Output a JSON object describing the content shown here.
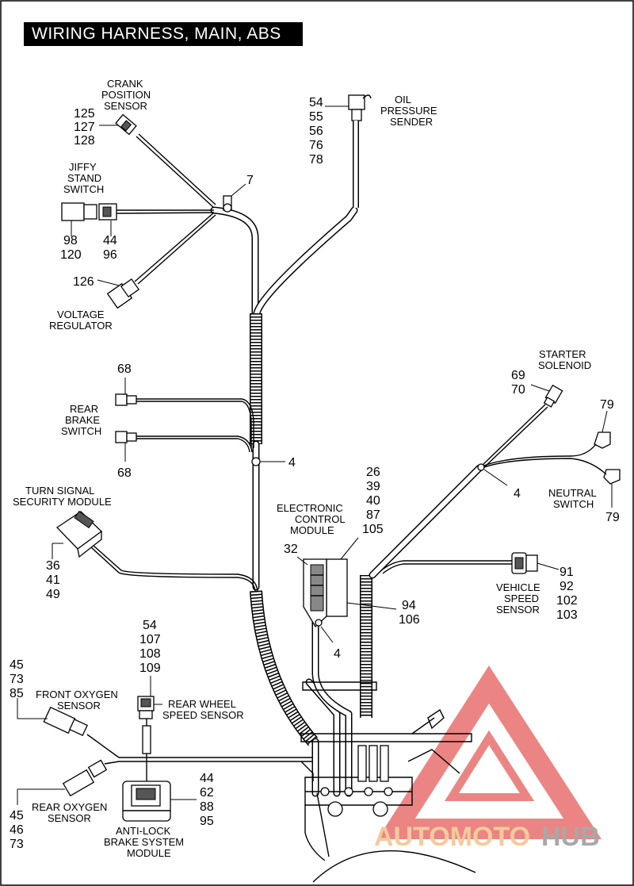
{
  "title": "WIRING HARNESS, MAIN, ABS",
  "labels": {
    "crank": [
      "CRANK",
      "POSITION",
      "SENSOR"
    ],
    "crank_nums": [
      "125",
      "127",
      "128"
    ],
    "jiffy": [
      "JIFFY",
      "STAND",
      "SWITCH"
    ],
    "jiffy_nums_left": [
      "98",
      "120"
    ],
    "jiffy_nums_right": [
      "44",
      "96"
    ],
    "clip_7": "7",
    "vreg_num": "126",
    "vreg": [
      "VOLTAGE",
      "REGULATOR"
    ],
    "oil_nums": [
      "54",
      "55",
      "56",
      "76",
      "78"
    ],
    "oil": [
      "OIL",
      "PRESSURE",
      "SENDER"
    ],
    "rear_brake_top_num": "68",
    "rear_brake": [
      "REAR",
      "BRAKE",
      "SWITCH"
    ],
    "rear_brake_bottom_num": "68",
    "clip_4a": "4",
    "starter": [
      "STARTER",
      "SOLENOID"
    ],
    "starter_nums": [
      "69",
      "70"
    ],
    "neutral_top_num": "79",
    "neutral": [
      "NEUTRAL",
      "SWITCH"
    ],
    "neutral_bottom_num": "79",
    "clip_4b": "4",
    "turn_signal": [
      "TURN SIGNAL",
      "SECURITY MODULE"
    ],
    "turn_nums": [
      "36",
      "41",
      "49"
    ],
    "ecm_nums": [
      "26",
      "39",
      "40",
      "87",
      "105"
    ],
    "ecm": [
      "ELECTRONIC",
      "CONTROL",
      "MODULE"
    ],
    "ecm_32": "32",
    "ecm_94_106": [
      "94",
      "106"
    ],
    "clip_4c": "4",
    "vss": [
      "VEHICLE",
      "SPEED",
      "SENSOR"
    ],
    "vss_nums": [
      "91",
      "92",
      "102",
      "103"
    ],
    "rws_nums": [
      "54",
      "107",
      "108",
      "109"
    ],
    "rws": [
      "REAR WHEEL",
      "SPEED SENSOR"
    ],
    "front_o2_nums": [
      "45",
      "73",
      "85"
    ],
    "front_o2": [
      "FRONT OXYGEN",
      "SENSOR"
    ],
    "rear_o2": [
      "REAR OXYGEN",
      "SENSOR"
    ],
    "rear_o2_nums": [
      "45",
      "46",
      "73"
    ],
    "abs_nums": [
      "44",
      "62",
      "88",
      "95"
    ],
    "abs": [
      "ANTI-LOCK",
      "BRAKE SYSTEM",
      "MODULE"
    ]
  },
  "watermark": {
    "part1": "AUTOMOTO",
    "part2": "HUB",
    "color_logo": "#e8706e",
    "color_text1": "#f2c28e",
    "color_text2": "#9a9a9a"
  }
}
